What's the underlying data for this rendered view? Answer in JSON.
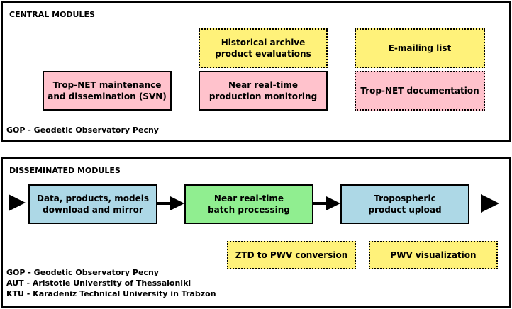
{
  "central": {
    "title": "CENTRAL MODULES",
    "boxes": [
      {
        "id": "historical-archive",
        "label": "Historical archive\nproduct evaluations",
        "color": "#fff27a",
        "style": "dotted"
      },
      {
        "id": "emailing-list",
        "label": "E-mailing list",
        "color": "#fff27a",
        "style": "dotted"
      },
      {
        "id": "tropnet-maintenance",
        "label": "Trop-NET maintenance\nand dissemination (SVN)",
        "color": "#ffc2cc",
        "style": "solid"
      },
      {
        "id": "near-realtime-monitoring",
        "label": "Near real-time\nproduction monitoring",
        "color": "#ffc2cc",
        "style": "solid"
      },
      {
        "id": "tropnet-documentation",
        "label": "Trop-NET documentation",
        "color": "#ffc2cc",
        "style": "dotted"
      }
    ],
    "footnotes": [
      "GOP - Geodetic Observatory Pecny"
    ]
  },
  "disseminated": {
    "title": "DISSEMINATED MODULES",
    "boxes": [
      {
        "id": "data-download",
        "label": "Data, products, models\ndownload and mirror",
        "color": "#add8e6",
        "style": "solid"
      },
      {
        "id": "batch-processing",
        "label": "Near real-time\nbatch processing",
        "color": "#90ee90",
        "style": "solid"
      },
      {
        "id": "product-upload",
        "label": "Tropospheric\nproduct upload",
        "color": "#add8e6",
        "style": "solid"
      },
      {
        "id": "ztd-pwv",
        "label": "ZTD to PWV conversion",
        "color": "#fff27a",
        "style": "dotted"
      },
      {
        "id": "pwv-visualization",
        "label": "PWV visualization",
        "color": "#fff27a",
        "style": "dotted"
      }
    ],
    "footnotes": [
      "GOP - Geodetic Observatory Pecny",
      "AUT - Aristotle Universtity of Thessaloniki",
      "KTU - Karadeniz Technical University in Trabzon"
    ]
  }
}
